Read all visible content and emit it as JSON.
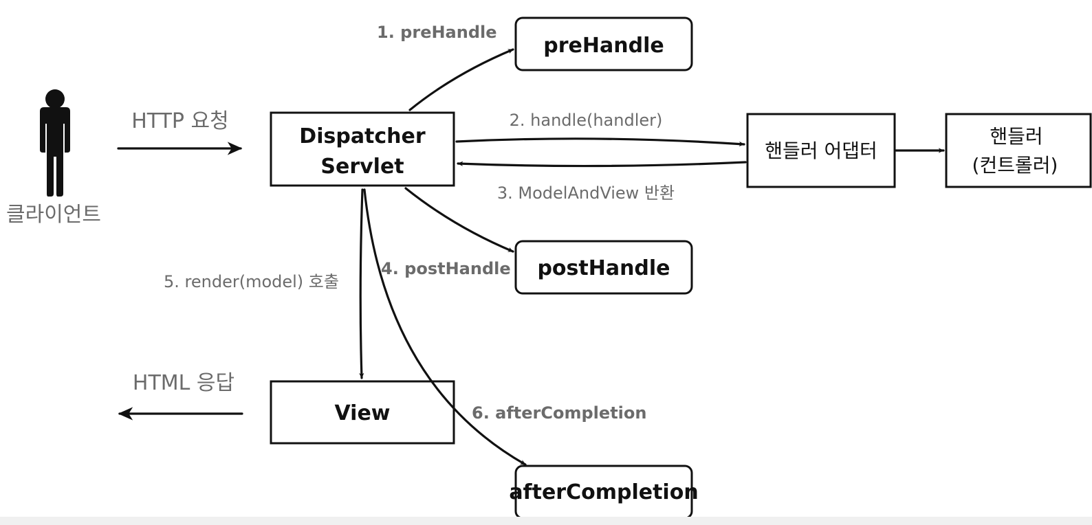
{
  "client": {
    "label": "클라이언트"
  },
  "request_label": "HTTP 요청",
  "response_label": "HTML 응답",
  "nodes": {
    "dispatcher_line1": "Dispatcher",
    "dispatcher_line2": "Servlet",
    "prehandle": "preHandle",
    "posthandle": "postHandle",
    "aftercompletion": "afterCompletion",
    "view": "View",
    "adapter": "핸들러 어댑터",
    "handler_line1": "핸들러",
    "handler_line2": "(컨트롤러)"
  },
  "edges": {
    "e1": "1. preHandle",
    "e2": "2. handle(handler)",
    "e3": "3. ModelAndView 반환",
    "e4": "4. postHandle",
    "e5": "5. render(model) 호출",
    "e6": "6. afterCompletion"
  }
}
